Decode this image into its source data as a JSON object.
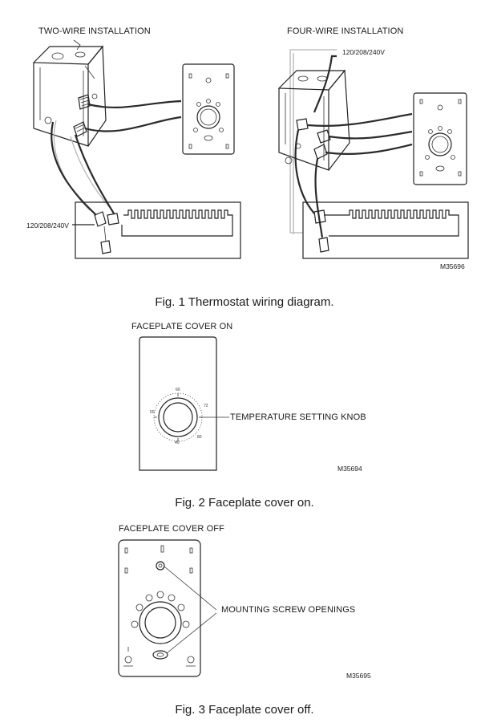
{
  "fig1": {
    "title_left": "TWO-WIRE INSTALLATION",
    "title_right": "FOUR-WIRE INSTALLATION",
    "voltage_left": "120/208/240V",
    "voltage_right": "120/208/240V",
    "code": "M35696",
    "caption": "Fig. 1  Thermostat wiring diagram."
  },
  "fig2": {
    "title": "FACEPLATE COVER ON",
    "callout": "TEMPERATURE SETTING KNOB",
    "code": "M35694",
    "caption": "Fig. 2  Faceplate cover on.",
    "dial_labels": [
      "60",
      "50",
      "72",
      "40",
      "80"
    ]
  },
  "fig3": {
    "title": "FACEPLATE COVER OFF",
    "callout": "MOUNTING SCREW OPENINGS",
    "code": "M35695",
    "caption": "Fig. 3  Faceplate cover off."
  }
}
